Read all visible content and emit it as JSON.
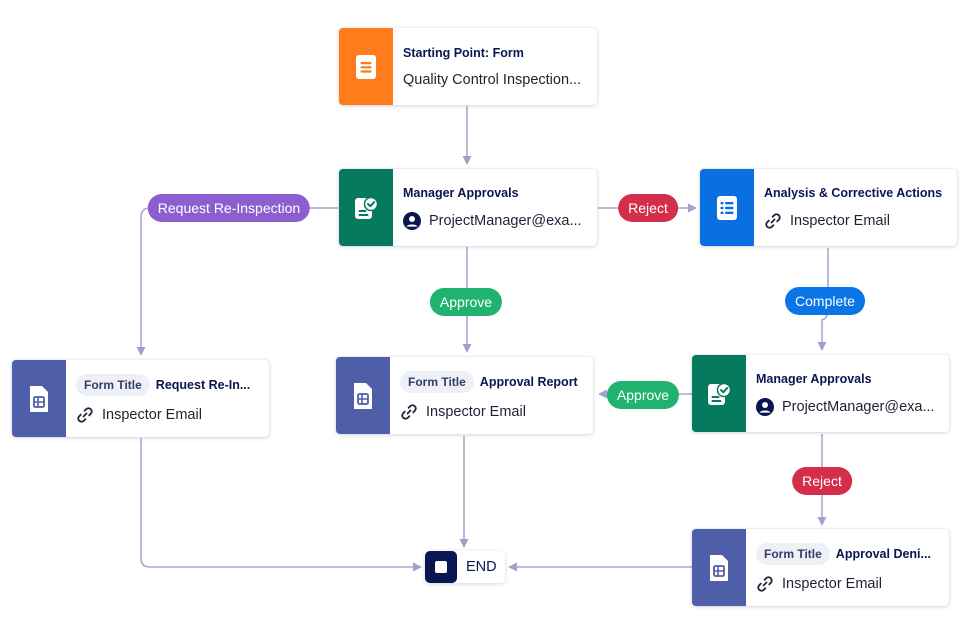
{
  "colors": {
    "orange": "#ff7b1c",
    "green": "#067a5f",
    "blue": "#0a6fe0",
    "indigo": "#4f5ea8",
    "purple": "#8d5ecf",
    "red": "#d42e4a",
    "approve_green": "#20b36f",
    "complete_blue": "#0a75e6",
    "edge": "#a6a9d1"
  },
  "nodes": {
    "start": {
      "title": "Starting Point: Form",
      "subtitle": "Quality Control Inspection...",
      "icon": "form-doc-icon"
    },
    "manager1": {
      "title": "Manager Approvals",
      "subtitle": "ProjectManager@exa...",
      "icon": "approval-check-icon"
    },
    "analysis": {
      "title": "Analysis & Corrective Actions",
      "subtitle": "Inspector Email",
      "icon": "checklist-icon"
    },
    "reinspect": {
      "tag": "Form Title",
      "title": "Request Re-In...",
      "subtitle": "Inspector Email",
      "icon": "table-doc-icon"
    },
    "approval_report": {
      "tag": "Form Title",
      "title": "Approval Report",
      "subtitle": "Inspector Email",
      "icon": "table-doc-icon"
    },
    "manager2": {
      "title": "Manager Approvals",
      "subtitle": "ProjectManager@exa...",
      "icon": "approval-check-icon"
    },
    "approval_denied": {
      "tag": "Form Title",
      "title": "Approval Deni...",
      "subtitle": "Inspector Email",
      "icon": "table-doc-icon"
    },
    "end": {
      "label": "END"
    }
  },
  "edge_labels": {
    "request_reinspection": "Request Re-Inspection",
    "reject_1": "Reject",
    "approve_1": "Approve",
    "complete": "Complete",
    "approve_2": "Approve",
    "reject_2": "Reject"
  }
}
